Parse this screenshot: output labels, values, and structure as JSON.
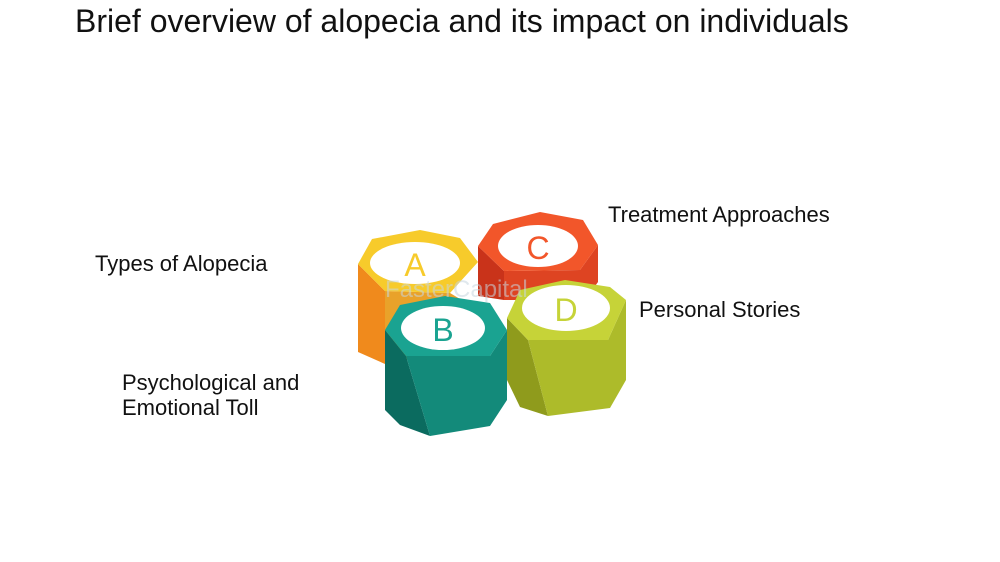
{
  "title": "Brief overview of alopecia and its impact on individuals",
  "items": [
    {
      "letter": "A",
      "label_lines": [
        "Types of Alopecia"
      ],
      "colors": {
        "top": "#f7cb2b",
        "left": "#f08a1c",
        "right": "#e9a22a"
      }
    },
    {
      "letter": "B",
      "label_lines": [
        "Psychological and",
        "Emotional Toll"
      ],
      "colors": {
        "top": "#1aa391",
        "left": "#0b6b5f",
        "right": "#138a7a"
      }
    },
    {
      "letter": "C",
      "label_lines": [
        "Treatment Approaches"
      ],
      "colors": {
        "top": "#f2562a",
        "left": "#c9331a",
        "right": "#de4422"
      }
    },
    {
      "letter": "D",
      "label_lines": [
        "Personal Stories"
      ],
      "colors": {
        "top": "#c6d338",
        "left": "#8f9b1c",
        "right": "#adbb2a"
      }
    }
  ],
  "watermark": "FasterCapital"
}
